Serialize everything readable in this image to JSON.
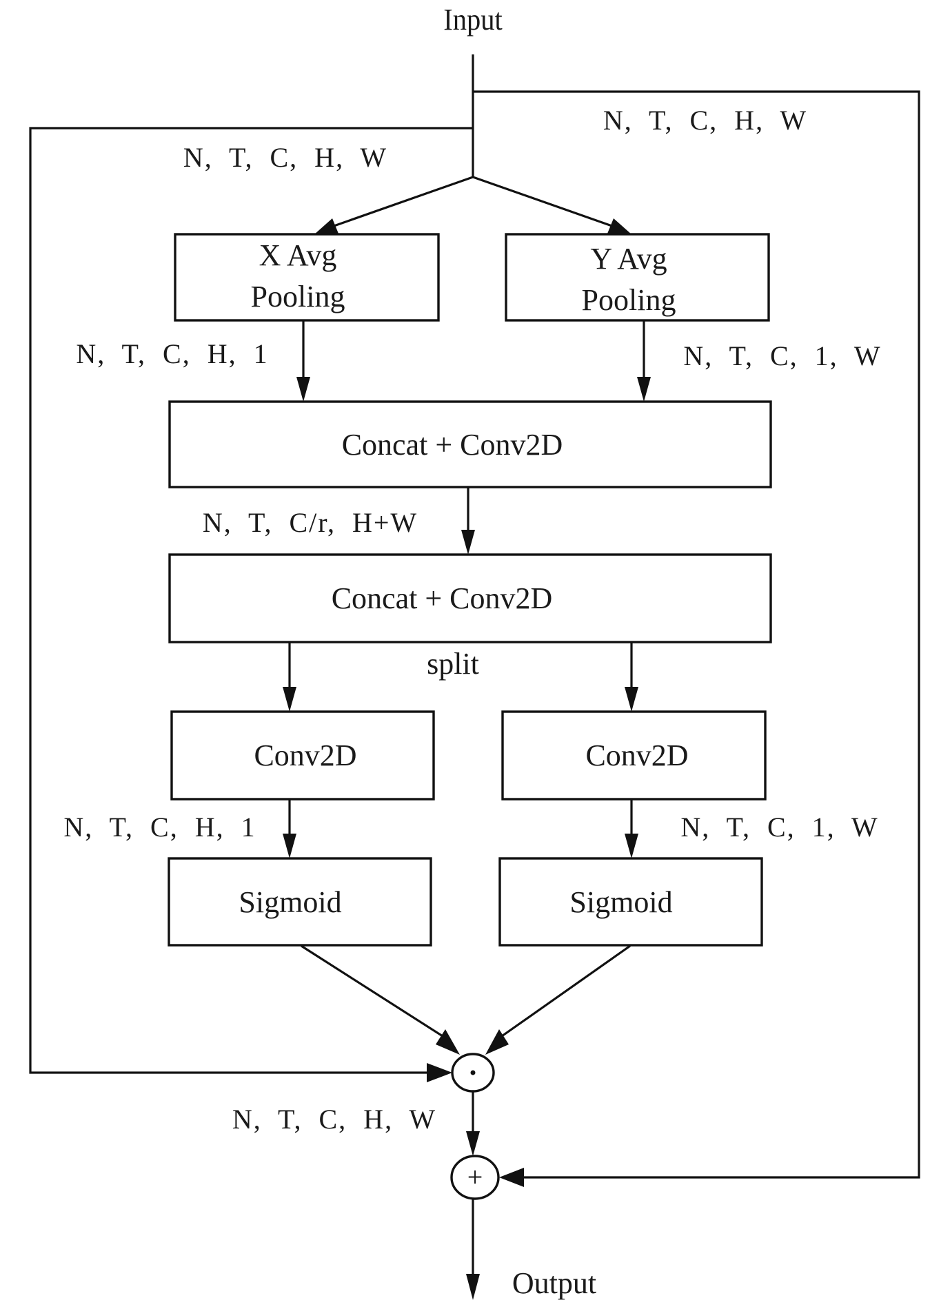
{
  "diagram": {
    "input_label": "Input",
    "output_label": "Output",
    "split_label": "split",
    "nodes": {
      "x_pool": {
        "line1": "X Avg",
        "line2": "Pooling"
      },
      "y_pool": {
        "line1": "Y Avg",
        "line2": "Pooling"
      },
      "concat1": "Concat + Conv2D",
      "concat2": "Concat + Conv2D",
      "conv_left": "Conv2D",
      "conv_right": "Conv2D",
      "sigmoid_left": "Sigmoid",
      "sigmoid_right": "Sigmoid",
      "mul_op": "·",
      "add_op": "+"
    },
    "shape_labels": {
      "skip_left": "N,  T,  C,  H,  W",
      "skip_right": "N,  T,  C,  H,  W",
      "x_pool_out": "N,  T,  C,  H,  1",
      "y_pool_out": "N,  T,  C,  1,  W",
      "concat1_out": "N,  T,  C/r,  H+W",
      "conv_left_out": "N,  T,  C,  H,  1",
      "conv_right_out": "N,  T,  C,  1,  W",
      "mul_out": "N,  T,  C,  H,  W"
    }
  }
}
